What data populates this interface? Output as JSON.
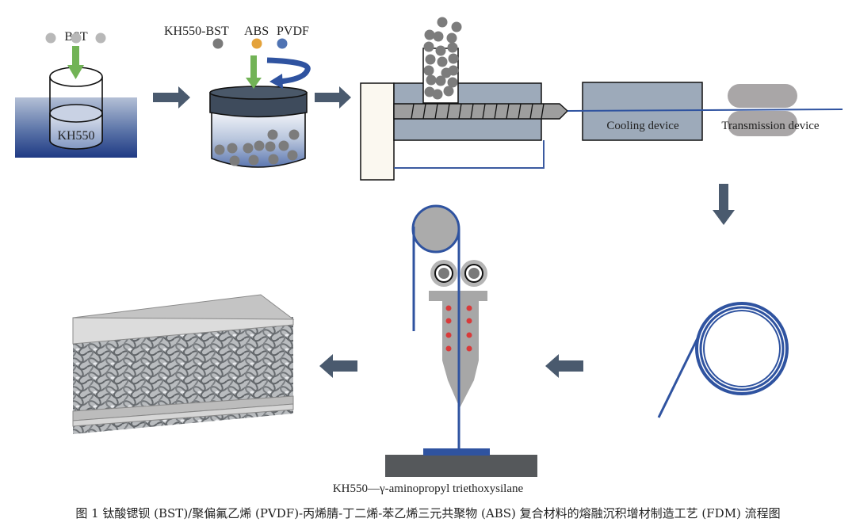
{
  "figure": {
    "colors": {
      "arrow": "#4a5a6e",
      "green_arrow": "#72b356",
      "filament_blue": "#2f53a0",
      "bath_blue_top": "#a9b6cf",
      "bath_blue_bottom": "#1f3d86",
      "jar_lid": "#3e4b5c",
      "particle_grey": "#7a7a7a",
      "bst_particle": "#b8b8b8",
      "abs_particle": "#e4a23a",
      "pvdf_particle": "#4f73b3",
      "barrel": "#9daaba",
      "screw": "#9e9e9e",
      "base_panel": "#fbf8f0",
      "heater_dot": "#d93a3a",
      "print_bed": "#55585b",
      "plate_grey": "#c8c8c8"
    },
    "steps": {
      "silane_treatment": {
        "particle_label": "BST",
        "solution_label": "KH550"
      },
      "mixing": {
        "labels": [
          "KH550-BST",
          "ABS",
          "PVDF"
        ]
      },
      "extrusion": {
        "cooling_label": "Cooling device",
        "transmission_label": "Transmission device"
      }
    },
    "captions": {
      "abbreviation": "KH550—γ-aminopropyl triethoxysilane",
      "title": "图 1   钛酸锶钡 (BST)/聚偏氟乙烯 (PVDF)-丙烯腈-丁二烯-苯乙烯三元共聚物 (ABS) 复合材料的熔融沉积增材制造工艺 (FDM) 流程图"
    }
  }
}
